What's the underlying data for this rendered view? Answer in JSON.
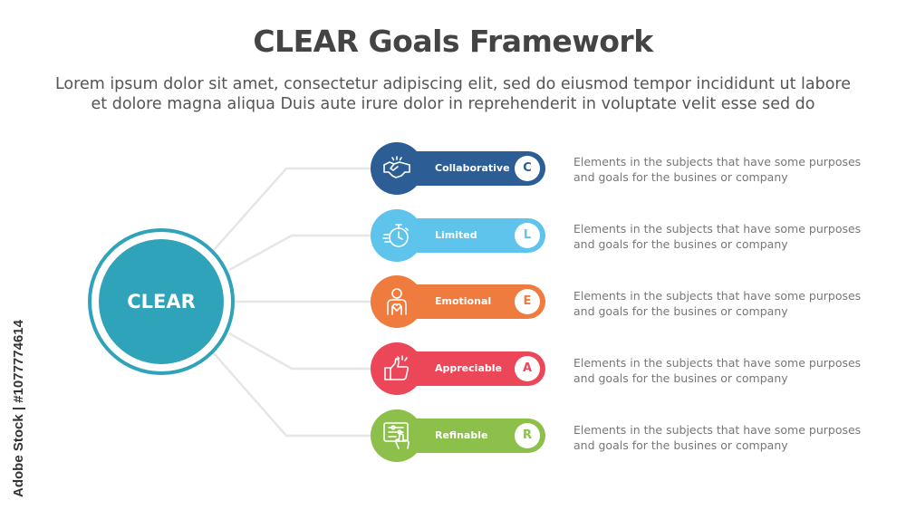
{
  "header": {
    "title": "CLEAR Goals Framework",
    "subtitle_line1": "Lorem ipsum dolor sit amet, consectetur adipiscing elit, sed do eiusmod tempor incididunt ut labore",
    "subtitle_line2": "et dolore magna aliqua Duis aute irure dolor in reprehenderit in voluptate velit esse sed do"
  },
  "sidebar": {
    "text": "Adobe Stock | #1077774614"
  },
  "hub": {
    "label": "CLEAR",
    "color": "#2fa3b9"
  },
  "items": [
    {
      "label": "Collaborative",
      "letter": "C",
      "icon": "handshake-icon",
      "color": "#2c5d94",
      "desc_line1": "Elements in the subjects that have some purposes",
      "desc_line2": "and goals for the  busines or company"
    },
    {
      "label": "Limited",
      "letter": "L",
      "icon": "stopwatch-icon",
      "color": "#5ec4ec",
      "desc_line1": "Elements in the subjects that have some purposes",
      "desc_line2": "and goals for the  busines or company"
    },
    {
      "label": "Emotional",
      "letter": "E",
      "icon": "person-heart-icon",
      "color": "#f07b3f",
      "desc_line1": "Elements in the subjects that have some purposes",
      "desc_line2": "and goals for the  busines or company"
    },
    {
      "label": "Appreciable",
      "letter": "A",
      "icon": "thumbs-up-icon",
      "color": "#ec4758",
      "desc_line1": "Elements in the subjects that have some purposes",
      "desc_line2": "and goals for the  busines or company"
    },
    {
      "label": "Refinable",
      "letter": "R",
      "icon": "settings-tap-icon",
      "color": "#8cc04b",
      "desc_line1": "Elements in the subjects that have some purposes",
      "desc_line2": "and goals for the  busines or company"
    }
  ]
}
